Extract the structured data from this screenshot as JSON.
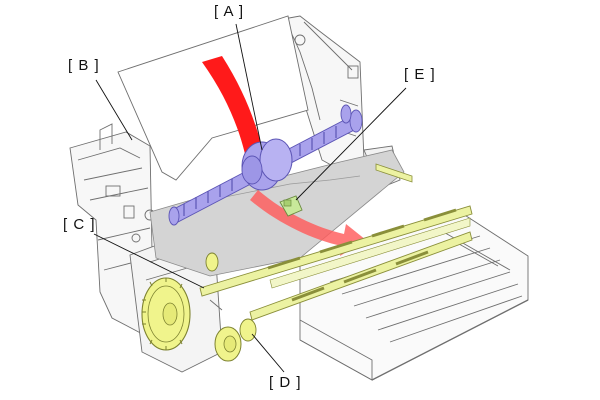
{
  "callouts": {
    "a": "[ A ]",
    "b": "[ B ]",
    "c": "[ C ]",
    "d": "[ D ]",
    "e": "[ E ]"
  },
  "colors": {
    "background": "#ffffff",
    "line": "#6f6f6f",
    "shadow": "#c9c9c9",
    "paper": "#ffffff",
    "paper_path_shade": "#d4d4d4",
    "feed_arrow": "#ff1a1a",
    "feed_arrow_translucent": "#ff7a7a",
    "roller_shaft": "#a9a2ec",
    "roller_outline": "#5c55b5",
    "drive_shafts": "#ecf2a2",
    "drive_gears": "#f0f48c",
    "sensor_part": "#c8e89a"
  }
}
